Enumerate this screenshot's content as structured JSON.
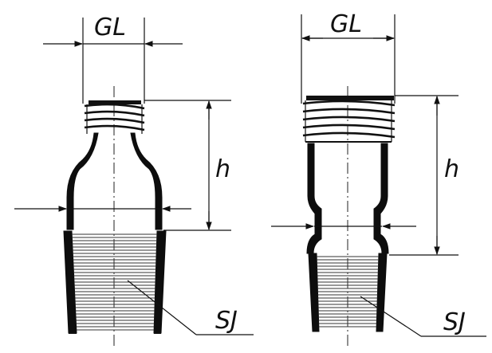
{
  "left_adapter": {
    "labels": {
      "gl": "GL",
      "h": "h",
      "sj": "SJ"
    }
  },
  "right_adapter": {
    "labels": {
      "gl": "GL",
      "h": "h",
      "sj": "SJ"
    }
  }
}
